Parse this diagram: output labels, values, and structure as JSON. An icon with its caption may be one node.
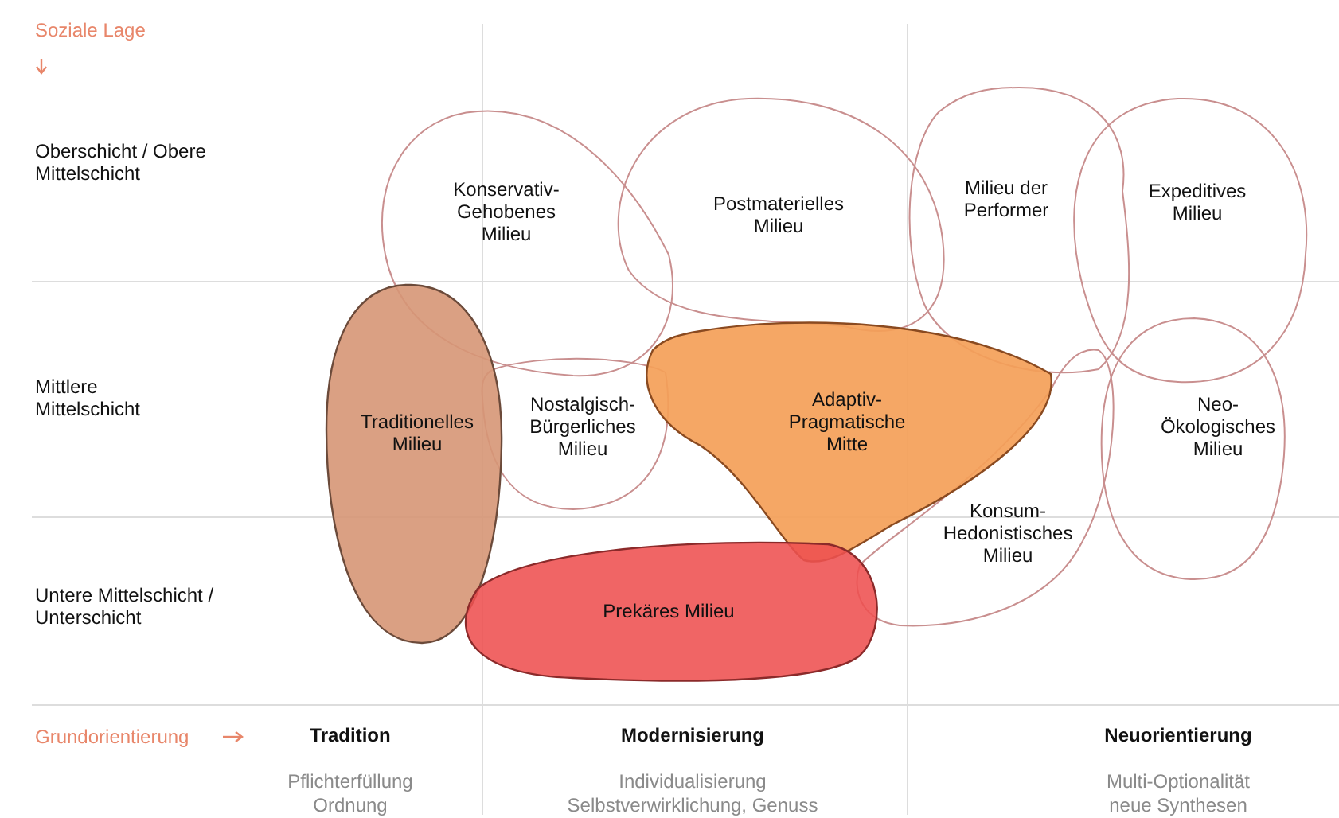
{
  "diagram": {
    "nodes": [
      {
        "text": [
          "Konservativ- Gehobenes Milieu"
        ]
      },
      {
        "text": [
          "Postmaterielles Milieu"
        ]
      },
      {
        "text": [
          "Milieu der Performer"
        ]
      },
      {
        "text": [
          "Expeditives Milieu"
        ]
      },
      {
        "text": [
          "Traditionelles Milieu"
        ]
      },
      {
        "text": [
          "Nostalgisch- Bürgerliches Milieu"
        ]
      },
      {
        "text": [
          "Adaptiv- Pragmatische Mitte"
        ]
      },
      {
        "text": [
          "Neo- Ökologisches Milieu"
        ]
      },
      {
        "text": [
          "Konsum- Hedonistisches Milieu"
        ]
      },
      {
        "text": [
          "Prekäres Milieu"
        ]
      }
    ],
    "edges": [],
    "labels": [
      "Soziale Lage",
      "Oberschicht / Obere Mittelschicht",
      "Mittlere Mittelschicht",
      "Untere Mittelschicht / Unterschicht",
      "Grundorientierung",
      "Tradition",
      "Modernisierung",
      "Neuorientierung",
      "Pflichterfüllung",
      "Ordnung",
      "Individualisierung",
      "Selbstverwirklichung, Genuss",
      "Multi-Optionalität",
      "neue Synthesen"
    ]
  }
}
